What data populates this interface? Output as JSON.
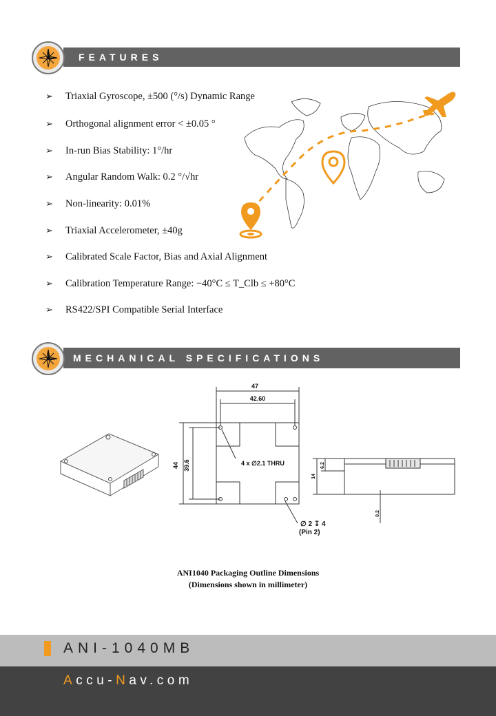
{
  "features_section": {
    "title": "FEATURES"
  },
  "features": [
    "Triaxial Gyroscope, ±500 (°/s) Dynamic Range",
    "Orthogonal alignment error < ±0.05 °",
    "In-run Bias Stability: 1°/hr",
    "Angular Random Walk: 0.2 °/√hr",
    "Non-linearity: 0.01%",
    "Triaxial Accelerometer, ±40g",
    "Calibrated Scale Factor, Bias and Axial Alignment",
    "Calibration Temperature Range: −40°C ≤ T_Clb ≤ +80°C",
    "RS422/SPI Compatible Serial Interface"
  ],
  "mechanical_section": {
    "title": "MECHANICAL SPECIFICATIONS"
  },
  "drawing": {
    "dim_width": "47",
    "dim_hole_spacing_x": "42.60",
    "dim_height": "44",
    "dim_hole_spacing_y": "39.6",
    "holes_note": "4 x ∅2.1 THRU",
    "pin_note_1": "∅ 2 ↧ 4",
    "pin_note_2": "(Pin 2)",
    "side_dim_14": "14",
    "side_dim_62": "6.2",
    "side_dim_02": "0.2"
  },
  "caption": {
    "line1": "ANI1040 Packaging Outline Dimensions",
    "line2": "(Dimensions shown in millimeter)"
  },
  "footer": {
    "model": "ANI-1040MB",
    "site_a": "A",
    "site_b": "ccu-",
    "site_c": "N",
    "site_d": "av.com"
  },
  "colors": {
    "accent": "#f09a1f",
    "bar": "#626262",
    "footer_light": "#bcbcbc",
    "footer_dark": "#424242"
  },
  "icons": [
    "compass-icon",
    "airplane-icon",
    "location-pin-icon"
  ]
}
